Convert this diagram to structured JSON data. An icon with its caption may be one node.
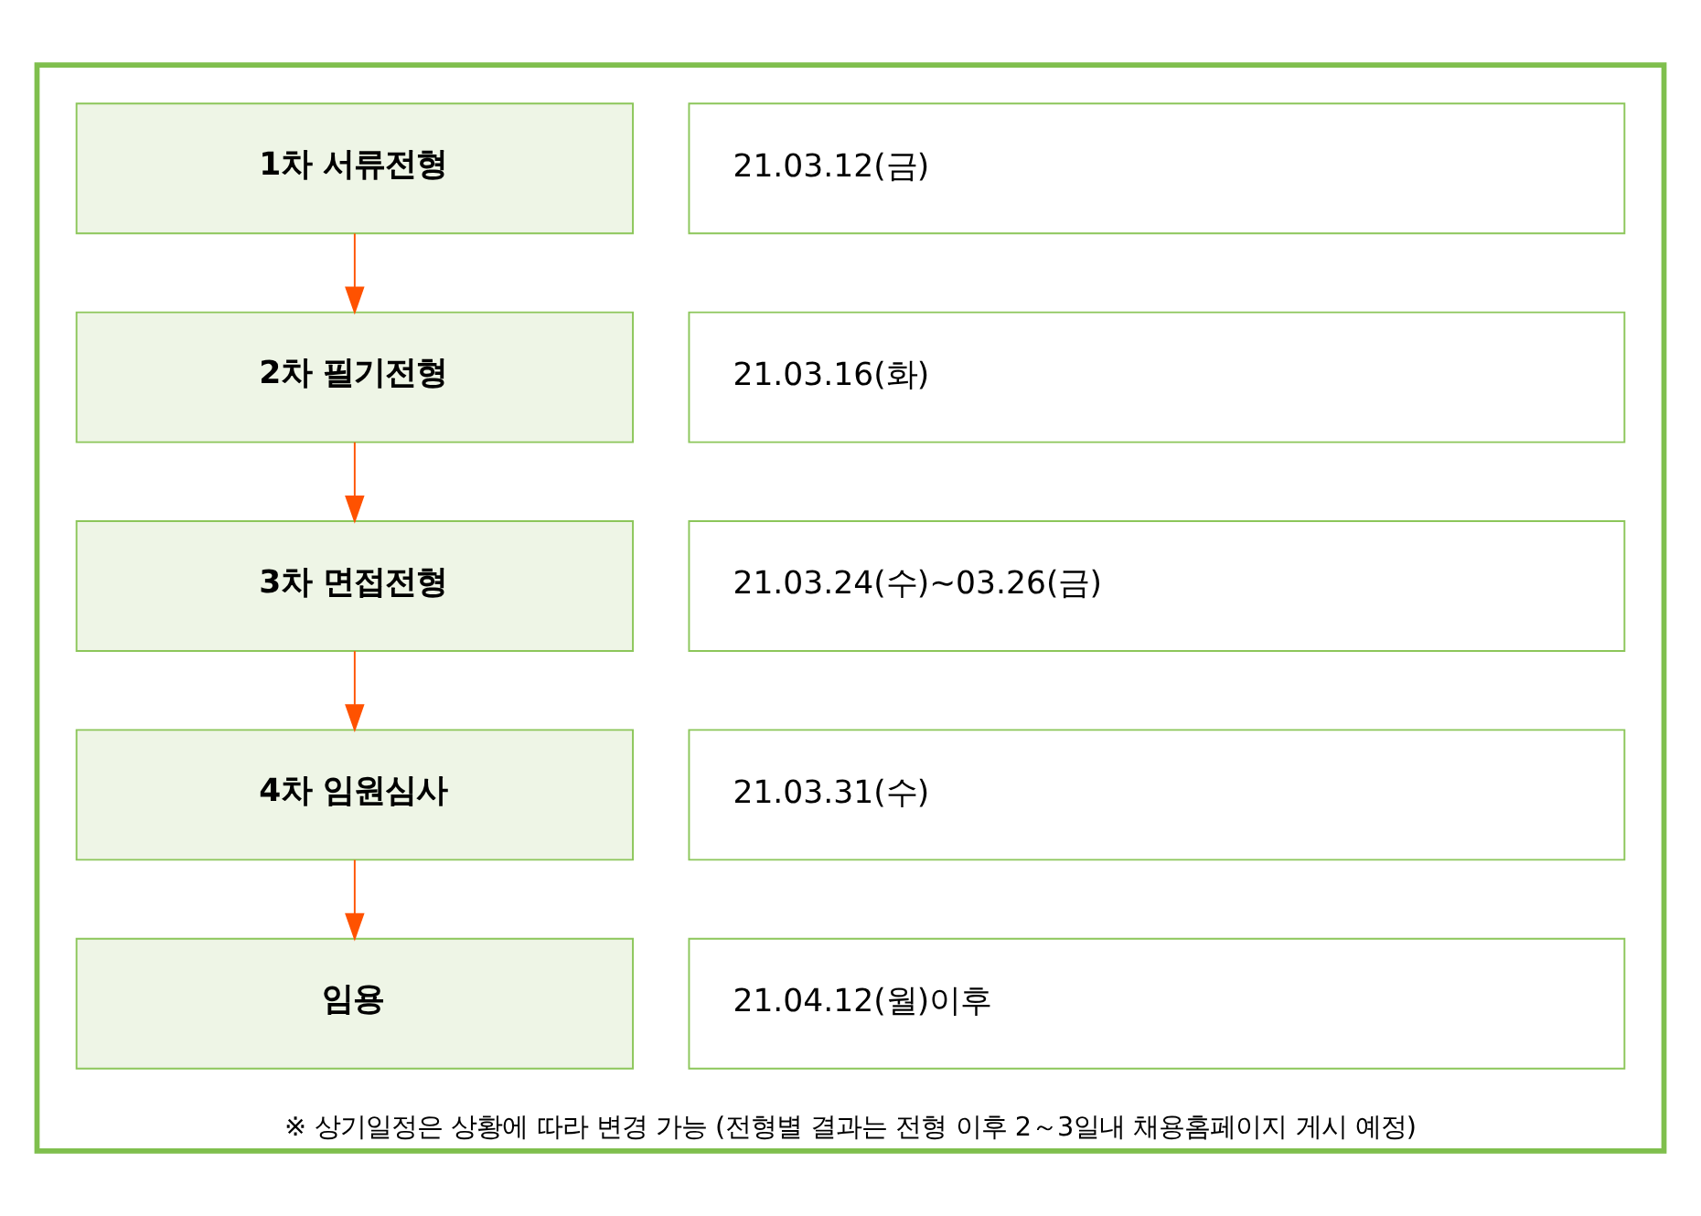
{
  "diagram": {
    "nodes": [
      {
        "text": [
          "※ 상기일정은 상황에 따라 변경 가능 (전형별 결과는 전형 이후 2～3일내 채용홈페이지 게시 예정)"
        ]
      },
      {
        "text": [
          "1차 서류전형"
        ],
        "in": 0
      },
      {
        "text": [
          "21.03.12(금)"
        ],
        "in": 0
      },
      {
        "text": [
          "2차 필기전형"
        ],
        "in": 0
      },
      {
        "text": [
          "21.03.16(화)"
        ],
        "in": 0
      },
      {
        "text": [
          "3차 면접전형"
        ],
        "in": 0
      },
      {
        "text": [
          "21.03.24(수)~03.26(금)"
        ],
        "in": 0
      },
      {
        "text": [
          "4차 임원심사"
        ],
        "in": 0
      },
      {
        "text": [
          "21.03.31(수)"
        ],
        "in": 0
      },
      {
        "text": [
          "임용"
        ],
        "in": 0
      },
      {
        "text": [
          "21.04.12(월)이후"
        ],
        "in": 0
      }
    ],
    "edges": [
      {
        "from": 1,
        "to": 3,
        "arrow": "to"
      },
      {
        "from": 3,
        "to": 5,
        "arrow": "to"
      },
      {
        "from": 5,
        "to": 7,
        "arrow": "to"
      },
      {
        "from": 7,
        "to": 9,
        "arrow": "to"
      }
    ]
  }
}
